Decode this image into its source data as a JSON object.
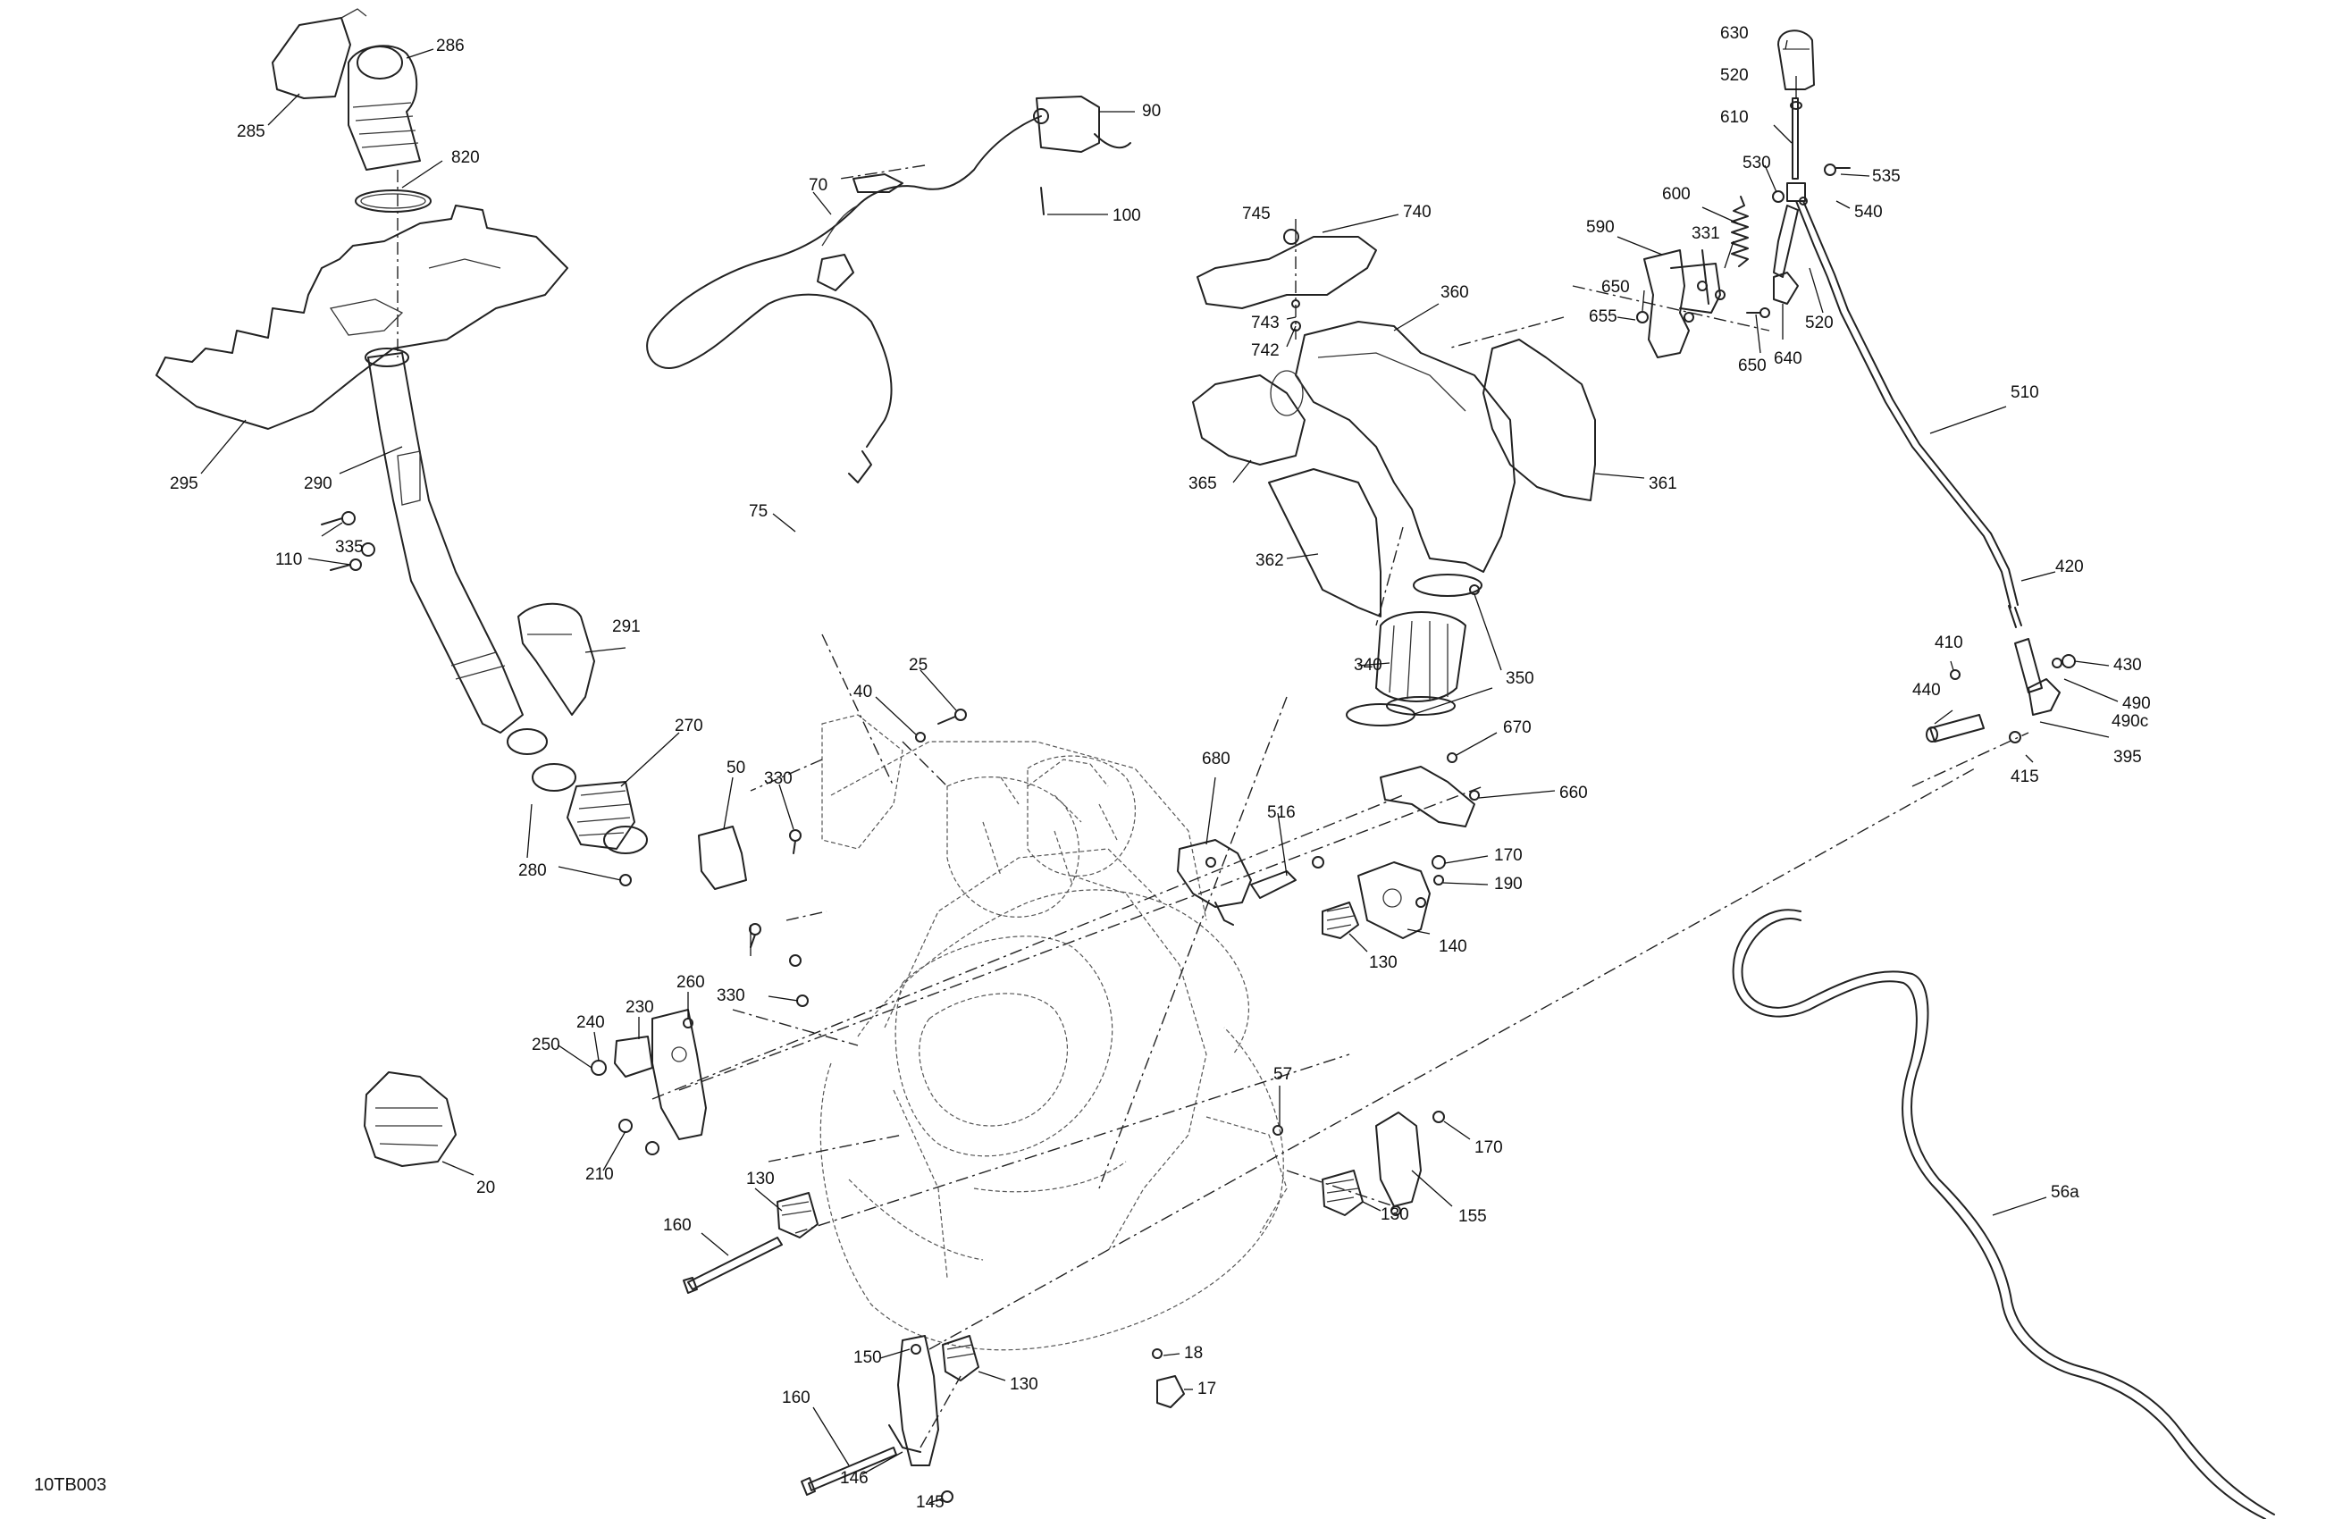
{
  "figure_code": "10TB003",
  "labels": {
    "l630": "630",
    "l520a": "520",
    "l610": "610",
    "l530": "530",
    "l535": "535",
    "l540": "540",
    "l600": "600",
    "l590": "590",
    "l331": "331",
    "l650a": "650",
    "l655": "655",
    "l650b": "650",
    "l640": "640",
    "l520b": "520",
    "l510": "510",
    "l420": "420",
    "l410": "410",
    "l430": "430",
    "l440": "440",
    "l490": "490",
    "l490c": "490c",
    "l395": "395",
    "l415": "415",
    "l745": "745",
    "l740": "740",
    "l743": "743",
    "l742": "742",
    "l360": "360",
    "l365": "365",
    "l361": "361",
    "l362": "362",
    "l340": "340",
    "l350": "350",
    "l286": "286",
    "l285": "285",
    "l820": "820",
    "l295": "295",
    "l290": "290",
    "l335": "335",
    "l110": "110",
    "l291": "291",
    "l270": "270",
    "l280": "280",
    "l90": "90",
    "l70": "70",
    "l100": "100",
    "l75": "75",
    "l25": "25",
    "l40": "40",
    "l50": "50",
    "l330a": "330",
    "l330b": "330",
    "l680": "680",
    "l516": "516",
    "l670": "670",
    "l660": "660",
    "l170a": "170",
    "l190": "190",
    "l140": "140",
    "l130a": "130",
    "l260": "260",
    "l230": "230",
    "l240": "240",
    "l250": "250",
    "l210": "210",
    "l20": "20",
    "l57": "57",
    "l170b": "170",
    "l155": "155",
    "l130b": "130",
    "l130c": "130",
    "l160a": "160",
    "l18": "18",
    "l17": "17",
    "l150": "150",
    "l130d": "130",
    "l160b": "160",
    "l146": "146",
    "l145": "145",
    "l56a": "56a"
  }
}
